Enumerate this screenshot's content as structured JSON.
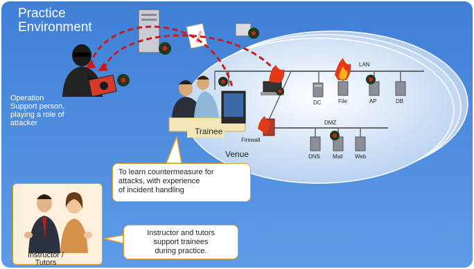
{
  "title": "Practice\nEnvironment",
  "attacker_label": "Operation\nSupport person,\nplaying a role of\nattacker",
  "trainee_label": "Trainee",
  "venue_label": "Venue",
  "callout_trainee": "To learn countermeasure for\nattacks, with  experience\n of incident handling",
  "callout_tutors": "Instructor  and  tutors\nsupport trainees\nduring practice.",
  "tutors_label": "Instructor /\nTutors",
  "network": {
    "lan_label": "LAN",
    "dmz_label": "DMZ",
    "firewall_label": "Firewall",
    "lan_servers": [
      "DC",
      "File",
      "AP",
      "DB"
    ],
    "dmz_servers": [
      "DNS",
      "Mail",
      "Web"
    ]
  },
  "secret_doc_label": "Secret",
  "colors": {
    "background": "#4a86d8",
    "venue_ellipse": "#cfe0f6",
    "attack_path": "#cc1a1a",
    "callout_border": "#e8a020",
    "tutor_box": "#fdf0dc"
  }
}
